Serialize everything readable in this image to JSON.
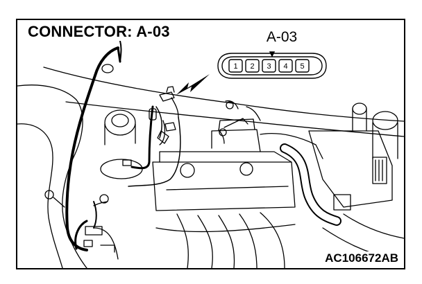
{
  "title": "CONNECTOR: A-03",
  "connector": {
    "label": "A-03",
    "pins": [
      "1",
      "2",
      "3",
      "4",
      "5"
    ]
  },
  "reference_code": "AC106672AB",
  "colors": {
    "line": "#000000",
    "background": "#ffffff"
  }
}
